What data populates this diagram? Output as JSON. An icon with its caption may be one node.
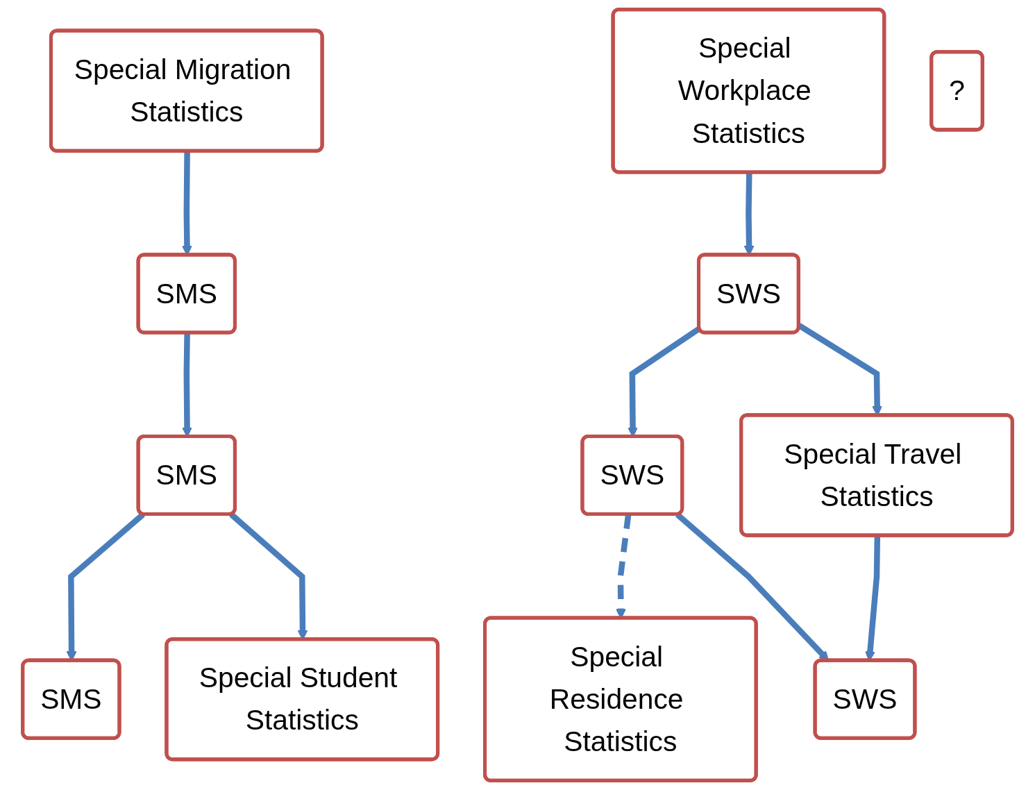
{
  "diagram": {
    "nodes": [
      {
        "text": [
          "Special Migration Statistics"
        ]
      },
      {
        "text": [
          "Special Workplace Statistics"
        ]
      },
      {
        "text": [
          "SMS"
        ]
      },
      {
        "text": [
          "SWS"
        ]
      },
      {
        "text": [
          "Special Travel Statistics"
        ]
      },
      {
        "text": [
          "SMS"
        ]
      },
      {
        "text": [
          "SWS"
        ]
      },
      {
        "text": [
          "SMS"
        ]
      },
      {
        "text": [
          "Special Student Statistics"
        ]
      },
      {
        "text": [
          "Special Residence Statistics"
        ]
      },
      {
        "text": [
          "SWS"
        ]
      },
      {
        "text": [
          "?"
        ]
      }
    ],
    "edges": [
      {
        "from": 0,
        "to": 2,
        "arrow": "to"
      },
      {
        "from": 2,
        "to": 5,
        "arrow": "to"
      },
      {
        "from": 5,
        "to": 7,
        "arrow": "to"
      },
      {
        "from": 5,
        "to": 8,
        "arrow": "to"
      },
      {
        "from": 1,
        "to": 3,
        "arrow": "to"
      },
      {
        "from": 3,
        "to": 6,
        "arrow": "to"
      },
      {
        "from": 3,
        "to": 4,
        "arrow": "to"
      },
      {
        "from": 6,
        "to": 9,
        "arrow": "to",
        "style": "dashed"
      },
      {
        "from": 6,
        "to": 10,
        "arrow": "to"
      },
      {
        "from": 4,
        "to": 10,
        "arrow": "to"
      }
    ]
  }
}
